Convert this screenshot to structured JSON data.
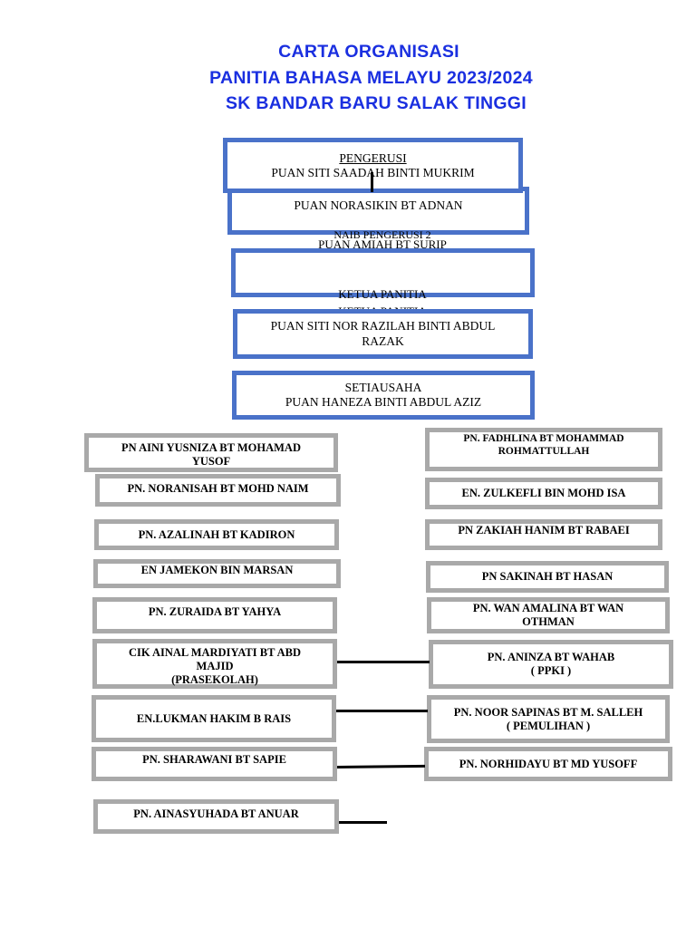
{
  "title": {
    "line1": "CARTA ORGANISASI",
    "line2": "PANITIA BAHASA MELAYU 2023/2024",
    "line3": "SK BANDAR BARU SALAK TINGGI"
  },
  "leaders": {
    "pengerusi": {
      "role": "PENGERUSI",
      "name": "PUAN SITI SAADAH BINTI MUKRIM"
    },
    "naib1": {
      "name": "PUAN  NORASIKIN BT ADNAN"
    },
    "naib2": {
      "role": "NAIB PENGERUSI 2",
      "name": "PUAN  AMIAH BT SURIP"
    },
    "ketua": {
      "role": "KETUA PANITIA",
      "role_repeat": "KETUA PANITIA",
      "name": "PUAN SITI NOR RAZILAH BINTI ABDUL RAZAK"
    },
    "setiausaha": {
      "role": "SETIAUSAHA",
      "name": "PUAN HANEZA BINTI ABDUL AZIZ"
    }
  },
  "left_members": [
    {
      "line1": "PN AINI YUSNIZA BT MOHAMAD",
      "line2": "YUSOF",
      "line3": ""
    },
    {
      "line1": "PN. NORANISAH BT MOHD NAIM",
      "line2": "",
      "line3": ""
    },
    {
      "line1": "PN. AZALINAH BT KADIRON",
      "line2": "",
      "line3": ""
    },
    {
      "line1": "EN JAMEKON BIN MARSAN",
      "line2": "",
      "line3": ""
    },
    {
      "line1": "PN. ZURAIDA BT YAHYA",
      "line2": "",
      "line3": ""
    },
    {
      "line1": "CIK AINAL MARDIYATI BT ABD",
      "line2": "MAJID",
      "line3": "(PRASEKOLAH)"
    },
    {
      "line1": "EN.LUKMAN HAKIM B RAIS",
      "line2": "",
      "line3": ""
    },
    {
      "line1": "PN. SHARAWANI BT SAPIE",
      "line2": "",
      "line3": ""
    },
    {
      "line1": "PN. AINASYUHADA BT ANUAR",
      "line2": "",
      "line3": ""
    }
  ],
  "right_members": [
    {
      "line1": "PN. FADHLINA BT MOHAMMAD",
      "line2": "ROHMATTULLAH"
    },
    {
      "line1": "EN. ZULKEFLI BIN MOHD ISA",
      "line2": ""
    },
    {
      "line1": "PN ZAKIAH HANIM BT RABAEI",
      "line2": ""
    },
    {
      "line1": "PN SAKINAH BT HASAN",
      "line2": ""
    },
    {
      "line1": "PN. WAN AMALINA BT WAN",
      "line2": "OTHMAN"
    },
    {
      "line1": "PN. ANINZA BT WAHAB",
      "line2": "( PPKI )"
    },
    {
      "line1": "PN. NOOR SAPINAS BT M. SALLEH",
      "line2": "( PEMULIHAN )"
    },
    {
      "line1": "PN. NORHIDAYU BT MD YUSOFF",
      "line2": ""
    }
  ],
  "colors": {
    "title": "#1a2fe0",
    "leader_border": "#4a72c9",
    "member_border": "#a9a9a9",
    "connector": "#000000"
  }
}
